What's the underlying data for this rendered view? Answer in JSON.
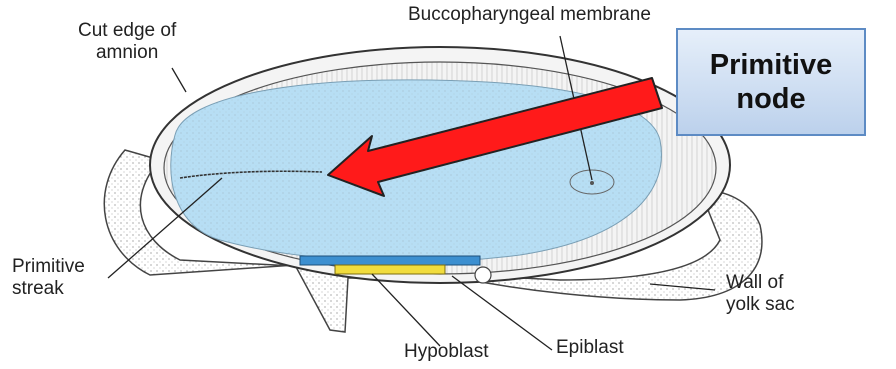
{
  "labels": {
    "cut_edge_line1": "Cut edge of",
    "cut_edge_line2": "amnion",
    "buccopharyngeal": "Buccopharyngeal membrane",
    "primitive_streak_line1": "Primitive",
    "primitive_streak_line2": "streak",
    "wall_line1": "Wall of",
    "wall_line2": "yolk sac",
    "hypoblast": "Hypoblast",
    "epiblast": "Epiblast"
  },
  "callout": {
    "line1": "Primitive",
    "line2": "node"
  },
  "colors": {
    "disc_fill": "#b7def4",
    "arrow_fill": "#ff1a1a",
    "callout_border": "#5d8bc4",
    "epiblast_strip": "#3c8fd0",
    "hypoblast_strip": "#f1dc3d"
  }
}
